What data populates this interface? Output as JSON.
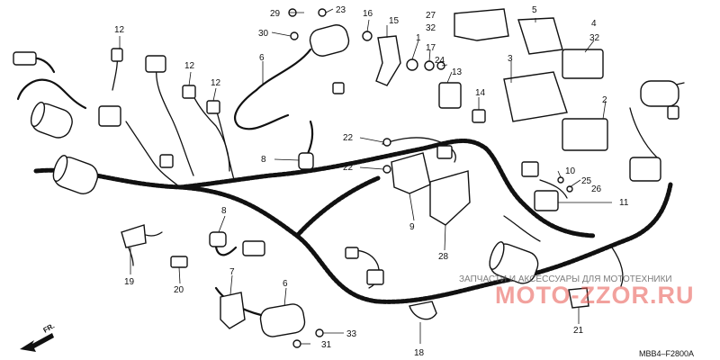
{
  "diagram": {
    "callouts": [
      {
        "id": "c1",
        "label": "1"
      },
      {
        "id": "c2",
        "label": "2"
      },
      {
        "id": "c3",
        "label": "3"
      },
      {
        "id": "c4",
        "label": "4"
      },
      {
        "id": "c5",
        "label": "5"
      },
      {
        "id": "c6a",
        "label": "6"
      },
      {
        "id": "c6b",
        "label": "6"
      },
      {
        "id": "c7",
        "label": "7"
      },
      {
        "id": "c8a",
        "label": "8"
      },
      {
        "id": "c8b",
        "label": "8"
      },
      {
        "id": "c9",
        "label": "9"
      },
      {
        "id": "c10",
        "label": "10"
      },
      {
        "id": "c11",
        "label": "11"
      },
      {
        "id": "c12a",
        "label": "12"
      },
      {
        "id": "c12b",
        "label": "12"
      },
      {
        "id": "c12c",
        "label": "12"
      },
      {
        "id": "c13",
        "label": "13"
      },
      {
        "id": "c14",
        "label": "14"
      },
      {
        "id": "c15",
        "label": "15"
      },
      {
        "id": "c16",
        "label": "16"
      },
      {
        "id": "c17",
        "label": "17"
      },
      {
        "id": "c18",
        "label": "18"
      },
      {
        "id": "c19",
        "label": "19"
      },
      {
        "id": "c20",
        "label": "20"
      },
      {
        "id": "c21",
        "label": "21"
      },
      {
        "id": "c22a",
        "label": "22"
      },
      {
        "id": "c22b",
        "label": "22"
      },
      {
        "id": "c23",
        "label": "23"
      },
      {
        "id": "c24",
        "label": "24"
      },
      {
        "id": "c25",
        "label": "25"
      },
      {
        "id": "c26",
        "label": "26"
      },
      {
        "id": "c27",
        "label": "27"
      },
      {
        "id": "c28",
        "label": "28"
      },
      {
        "id": "c29",
        "label": "29"
      },
      {
        "id": "c30",
        "label": "30"
      },
      {
        "id": "c31",
        "label": "31"
      },
      {
        "id": "c32a",
        "label": "32"
      },
      {
        "id": "c32b",
        "label": "32"
      },
      {
        "id": "c33",
        "label": "33"
      }
    ],
    "direction_label": "FR.",
    "drawing_code": "MBB4–F2800A"
  },
  "watermark": {
    "line1": "ЗАПЧАСТИ И АКСЕССУАРЫ ДЛЯ МОТОТЕХНИКИ",
    "line2": "MOTO-ZZOR.RU"
  },
  "colors": {
    "ink": "#111111",
    "watermark_red": "#e8554e",
    "watermark_gray": "#666666"
  }
}
